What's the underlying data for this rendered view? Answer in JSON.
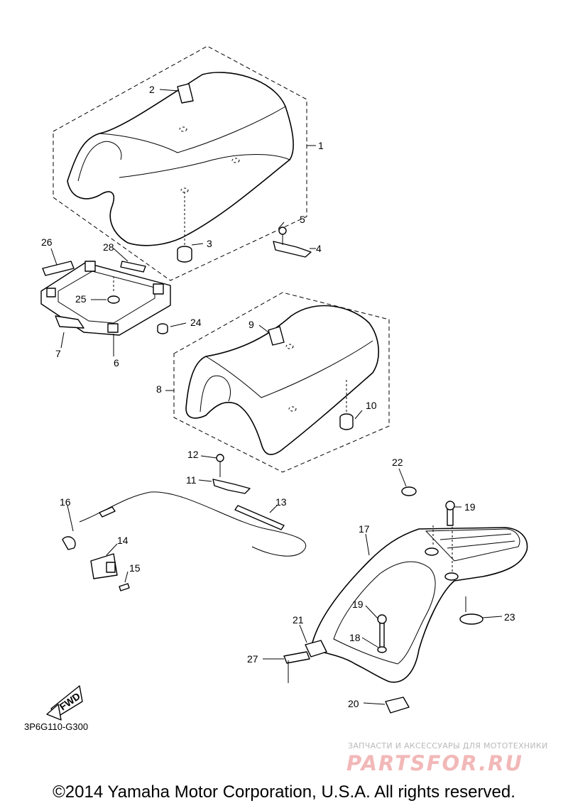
{
  "diagram_code": "3P6G110-G300",
  "fwd_label": "FWD",
  "watermark": {
    "tagline": "ЗАПЧАСТИ И АКСЕССУАРЫ ДЛЯ МОТОТЕХНИКИ",
    "brand": "PARTSFOR.RU"
  },
  "copyright": "©2014 Yamaha Motor Corporation, U.S.A. All rights reserved.",
  "callouts": {
    "c1": "1",
    "c2": "2",
    "c3": "3",
    "c4": "4",
    "c5": "5",
    "c6": "6",
    "c7": "7",
    "c8": "8",
    "c9": "9",
    "c10": "10",
    "c11": "11",
    "c12": "12",
    "c13": "13",
    "c14": "14",
    "c15": "15",
    "c16": "16",
    "c17": "17",
    "c18": "18",
    "c19a": "19",
    "c19b": "19",
    "c20": "20",
    "c21": "21",
    "c22": "22",
    "c23": "23",
    "c24": "24",
    "c25": "25",
    "c26": "26",
    "c27": "27",
    "c28": "28"
  }
}
